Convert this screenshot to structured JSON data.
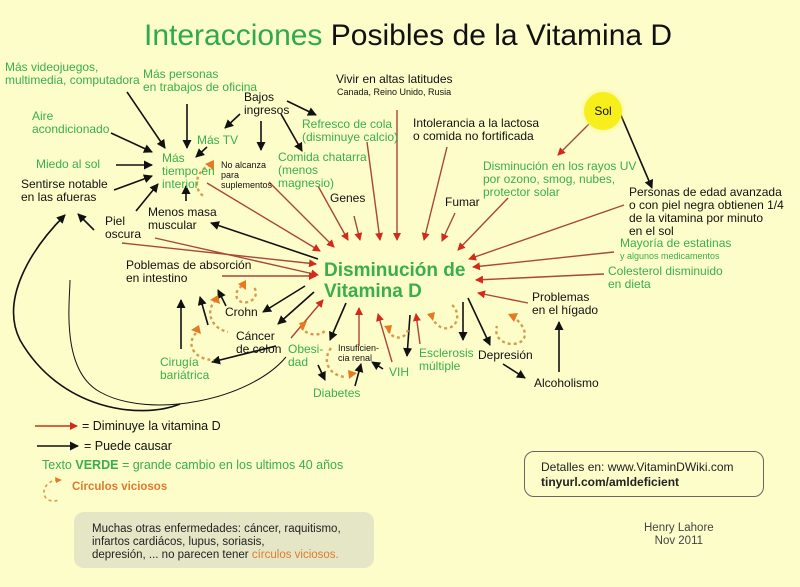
{
  "title": {
    "green_part": "Interacciones",
    "black_part": "Posibles de la Vitamina D"
  },
  "center_node": {
    "line1": "Disminución de",
    "line2": "Vitamina D"
  },
  "sun": {
    "label": "Sol",
    "color": "#f6ef1c"
  },
  "nodes": {
    "videojuegos": [
      "Más videojuegos,",
      "multimedia, computadora"
    ],
    "personas_oficina": [
      "Más personas",
      "en trabajos de oficina"
    ],
    "aire": [
      "Aire",
      "acondicionado"
    ],
    "mas_tv": "Más TV",
    "bajos_ingresos": [
      "Bajos",
      "ingresos"
    ],
    "refresco": [
      "Refresco de cola",
      "(disminuye calcio)"
    ],
    "vivir_latitudes": "Vivir en altas latitudes",
    "latitudes_sub": "Canada, Reino Unido, Rusia",
    "intolerancia": [
      "Intolerancia a la lactosa",
      "o comida no fortificada"
    ],
    "miedo_sol": "Miedo al sol",
    "mas_tiempo": [
      "Más",
      "tiempo en",
      "interior"
    ],
    "no_alcanza": [
      "No alcanza",
      "para",
      "suplementos"
    ],
    "comida_chatarra": [
      "Comida chatarra",
      "(menos",
      "magnesio)"
    ],
    "sentirse": [
      "Sentirse notable",
      "en las afueras"
    ],
    "genes": "Genes",
    "fumar": "Fumar",
    "disminucion_uv": [
      "Disminución en los rayos UV",
      "por ozono, smog, nubes,",
      "protector solar"
    ],
    "personas_edad": [
      "Personas de edad avanzada",
      "o con piel negra obtienen 1/4",
      "de la vitamina por minuto",
      "en el sol"
    ],
    "piel_oscura": [
      "Piel",
      "oscura"
    ],
    "menos_masa": [
      "Menos masa",
      "muscular"
    ],
    "estatinas": "Mayoría de estatinas",
    "estatinas_sub": "y algunos medicamentos",
    "colesterol": [
      "Colesterol disminuido",
      "en dieta"
    ],
    "absorcion": [
      "Poblemas de absorción",
      "en intestino"
    ],
    "problemas_higado": [
      "Problemas",
      "en el hígado"
    ],
    "crohn": "Crohn",
    "cancer_colon": [
      "Cáncer",
      "de colon"
    ],
    "obesidad": [
      "Obesi-",
      "dad"
    ],
    "insuficiencia": [
      "Insuficien-",
      "cia renal"
    ],
    "esclerosis": [
      "Esclerosis",
      "múltiple"
    ],
    "depresion": "Depresión",
    "vih": "VIH",
    "cirugia": [
      "Cirugía",
      "bariátrica"
    ],
    "diabetes": "Diabetes",
    "alcoholismo": "Alcoholismo"
  },
  "legend": {
    "red_arrow": "= Diminuye la vitamina D",
    "black_arrow": "= Puede causar",
    "green_text_prefix": "Texto",
    "green_text_bold": "VERDE",
    "green_text_suffix": "= grande cambio en los ultimos 40 años",
    "vicious_circles": "Círculos viciosos"
  },
  "colors": {
    "background": "#fdfdc9",
    "green_text": "#3aae4c",
    "red_arrow": "#c8321e",
    "black_arrow": "#111111",
    "vicious_circle": "#d99a4e",
    "vicious_circle_head": "#e67a22"
  },
  "info_box": {
    "line1": "Detalles en: www.VitaminDWiki.com",
    "line2": "tinyurl.com/amldeficient"
  },
  "note_box": {
    "line1": "Muchas otras enfermedades: cáncer, raquitismo,",
    "line2": "infartos cardiácos, lupus, soriasis,",
    "line3_prefix": "depresión, ... no parecen tener",
    "line3_orange": "círculos viciosos."
  },
  "credit": {
    "author": "Henry Lahore",
    "date": "Nov 2011"
  }
}
